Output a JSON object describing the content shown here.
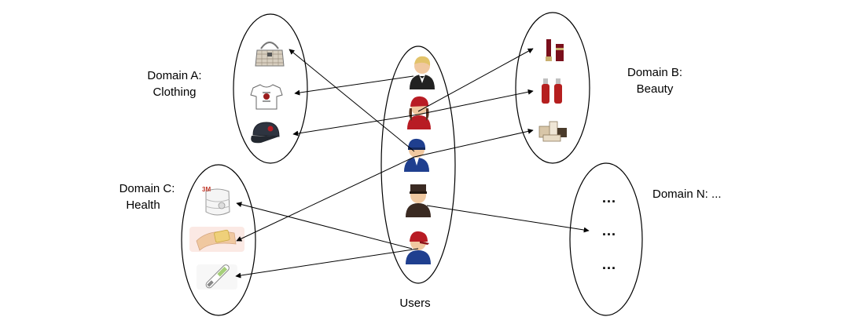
{
  "domains": {
    "a": {
      "line1": "Domain A:",
      "line2": "Clothing"
    },
    "b": {
      "line1": "Domain B:",
      "line2": "Beauty"
    },
    "c": {
      "line1": "Domain C:",
      "line2": "Health"
    },
    "n": {
      "line1": "Domain N: ..."
    }
  },
  "users_label": "Users",
  "ellipsis": "...",
  "icons": {
    "a": [
      "handbag-icon",
      "tshirt-icon",
      "cap-icon"
    ],
    "b": [
      "lipstick-icon",
      "cosmetic-bottles-icon",
      "cream-jars-icon"
    ],
    "c": [
      "face-mask-icon",
      "bandage-icon",
      "thermometer-icon"
    ],
    "users": [
      "user-waiter-avatar",
      "user-redcap-woman-avatar",
      "user-pilot-avatar",
      "user-porter-avatar",
      "user-redcap-man-avatar"
    ]
  },
  "colors": {
    "line": "#000000",
    "user_skin": "#f0c8a0",
    "blue_uniform": "#1f3f8f",
    "red_accent": "#b81c24"
  }
}
